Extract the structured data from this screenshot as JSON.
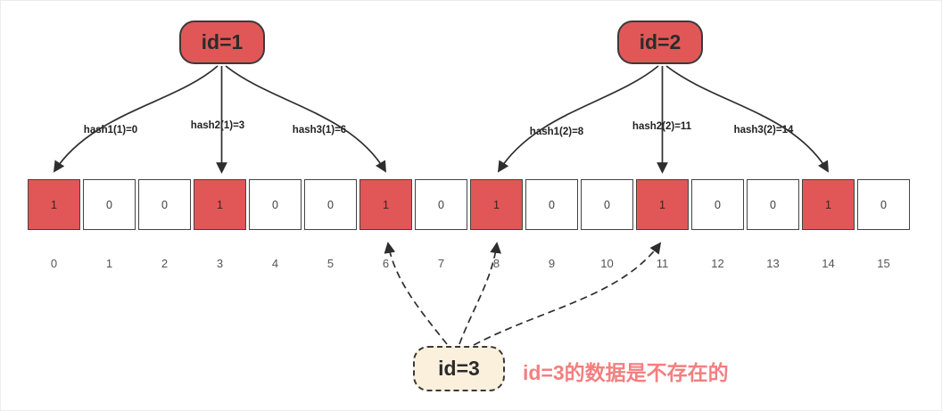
{
  "nodes": {
    "id1": {
      "label": "id=1"
    },
    "id2": {
      "label": "id=2"
    },
    "id3": {
      "label": "id=3"
    }
  },
  "hash_labels": {
    "h11": {
      "text": "hash1(1)=0",
      "target_index": 0
    },
    "h21": {
      "text": "hash2(1)=3",
      "target_index": 3
    },
    "h31": {
      "text": "hash3(1)=6",
      "target_index": 6
    },
    "h12": {
      "text": "hash1(2)=8",
      "target_index": 8
    },
    "h22": {
      "text": "hash2(2)=11",
      "target_index": 11
    },
    "h32": {
      "text": "hash3(2)=14",
      "target_index": 14
    }
  },
  "bit_array": {
    "cells": [
      {
        "index": "0",
        "value": "1",
        "set": true
      },
      {
        "index": "1",
        "value": "0",
        "set": false
      },
      {
        "index": "2",
        "value": "0",
        "set": false
      },
      {
        "index": "3",
        "value": "1",
        "set": true
      },
      {
        "index": "4",
        "value": "0",
        "set": false
      },
      {
        "index": "5",
        "value": "0",
        "set": false
      },
      {
        "index": "6",
        "value": "1",
        "set": true
      },
      {
        "index": "7",
        "value": "0",
        "set": false
      },
      {
        "index": "8",
        "value": "1",
        "set": true
      },
      {
        "index": "9",
        "value": "0",
        "set": false
      },
      {
        "index": "10",
        "value": "0",
        "set": false
      },
      {
        "index": "11",
        "value": "1",
        "set": true
      },
      {
        "index": "12",
        "value": "0",
        "set": false
      },
      {
        "index": "13",
        "value": "0",
        "set": false
      },
      {
        "index": "14",
        "value": "1",
        "set": true
      },
      {
        "index": "15",
        "value": "0",
        "set": false
      }
    ]
  },
  "query": {
    "dashed_targets": [
      6,
      8,
      11
    ]
  },
  "note": {
    "text": "id=3的数据是不存在的"
  },
  "colors": {
    "node_red": "#e15757",
    "cell_red": "#e15757",
    "id3_fill": "#fbf0dc",
    "note_color": "#f47f7f",
    "line_color": "#2e2e2e"
  }
}
